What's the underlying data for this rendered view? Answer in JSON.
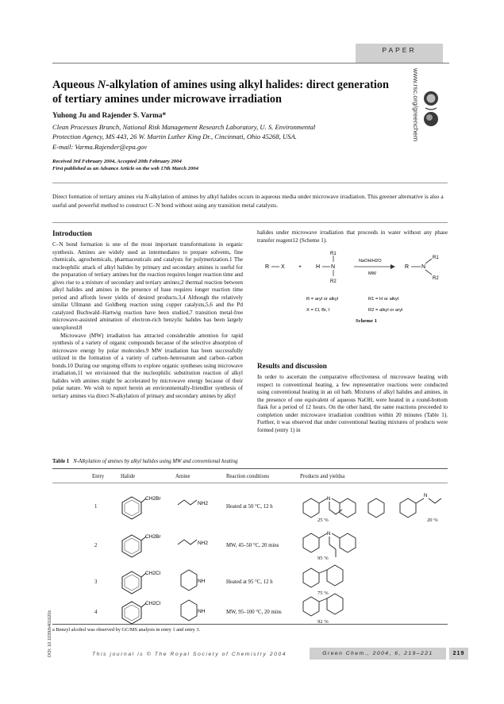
{
  "header": {
    "section_tag": "PAPER",
    "watermark": "www.rsc.org/greenchem"
  },
  "article": {
    "title_parts": [
      "Aqueous ",
      "N",
      "-alkylation of amines using alkyl halides: direct generation of tertiary amines under microwave irradiation"
    ],
    "authors": "Yuhong Ju and Rajender S. Varma*",
    "affiliation_1": "Clean Processes Branch, National Risk Management Research Laboratory, U. S. Environmental",
    "affiliation_2": "Protection Agency, MS 443, 26 W. Martin Luther King Dr., Cincinnati, Ohio 45268, USA.",
    "affiliation_3": "E-mail: Varma.Rajender@epa.gov",
    "received": "Received 3rd February 2004, Accepted 20th February 2004",
    "published": "First published as an Advance Article on the web 17th March 2004",
    "abstract_1": "Direct formation of tertiary amines ",
    "abstract_via": "via",
    "abstract_2": " N",
    "abstract_3": "-alkylation of amines by alkyl halides occurs in aqueous media under microwave irradiation. This greener alternative is also a useful and powerful method to construct C–N bond without using any transition metal catalysts."
  },
  "intro": {
    "heading": "Introduction",
    "p1": "C–N bond formation is one of the most important transformations in organic synthesis. Amines are widely used as intermediates to prepare solvents, fine chemicals, agrochemicals, pharmaceuticals and catalysts for polymerization.1 The nucleophilic attack of alkyl halides by primary and secondary amines is useful for the preparation of tertiary amines but the reaction requires longer reaction time and gives rise to a mixture of secondary and tertiary amines;2 thermal reaction between alkyl halides and amines in the presence of base requires longer reaction time period and affords lower yields of desired products.3,4 Although the relatively similar Ullmann and Goldberg reaction using copper catalysts,5,6 and the Pd catalyzed Buchwald–Hartwig reaction have been studied,7 transition metal-free microwave-assisted amination of electron-rich benzylic halides has been largely unexplored.8",
    "p2": "Microwave (MW) irradiation has attracted considerable attention for rapid synthesis of a variety of organic compounds because of the selective absorption of microwave energy by polar molecules.9 MW irradiation has been successfully utilized in the formation of a variety of carbon–heteroatom and carbon–carbon bonds.10 During our ongoing efforts to explore organic syntheses using microwave irradiation,11 we envisioned that the nucleophilic substitution reaction of alkyl halides with amines might be accelerated by microwave energy because of their polar nature. We wish to report herein an environmentally-friendlier synthesis of tertiary amines via direct N-alkylation of primary and secondary amines by alkyl",
    "p_right": "halides under microwave irradiation that proceeds in water without any phase transfer reagent12 (Scheme 1)."
  },
  "scheme": {
    "caption": "Scheme 1",
    "reagents_top": "NaOH/H2O",
    "reagents_bottom": "MW",
    "plus": "+",
    "x_label": "X",
    "h_label": "H",
    "n_label": "N",
    "r1_label": "R1",
    "r2_label": "R2",
    "r_label": "R",
    "cond_1": "R = aryl or alkyl",
    "cond_2": "X = Cl, Br, I",
    "cond_3": "R1 = H or alkyl",
    "cond_4": "R2 = alkyl or aryl"
  },
  "results": {
    "heading": "Results and discussion",
    "p1": "In order to ascertain the comparative effectiveness of microwave heating with respect to conventional heating, a few representative reactions were conducted using conventional heating in an oil bath. Mixtures of alkyl halides and amines, in the presence of one equivalent of aqueous NaOH, were heated in a round-bottom flask for a period of 12 hours. On the other hand, the same reactions proceeded to completion under microwave irradiation condition within 20 minutes (Table 1). Further, it was observed that under conventional heating mixtures of products were formed (entry 1) in"
  },
  "table": {
    "caption_label": "Table 1",
    "caption_text": "N-Alkylation of amines by alkyl halides using MW and conventional heating",
    "headers": [
      "Entry",
      "Halide",
      "Amine",
      "Reaction conditions",
      "Products and yieldsa"
    ],
    "rows": [
      {
        "entry": "1",
        "halide": "CH2Br",
        "amine": "NH2",
        "conditions": "Heated at 50 °C, 12 h",
        "yield_a": "25 %",
        "yield_b": "20 %"
      },
      {
        "entry": "2",
        "halide": "CH2Br",
        "amine": "NH2",
        "conditions": "MW, 45–50 °C, 20 mins",
        "yield_a": "95 %"
      },
      {
        "entry": "3",
        "halide": "CH2Cl",
        "amine": "NH",
        "conditions": "Heated at 95 °C, 12 h",
        "yield_a": "75 %"
      },
      {
        "entry": "4",
        "halide": "CH2Cl",
        "amine": "NH",
        "conditions": "MW, 95–100 °C, 20 mins",
        "yield_a": "92 %"
      }
    ],
    "footnote": "a Benzyl alcohol was observed by GC/MS analysis in entry 1 and entry 3."
  },
  "footer": {
    "doi": "DOI: 10.1039/b401620c",
    "rights": "This journal is © The Royal Society of Chemistry 2004",
    "journal": "Green Chem., 2004, 6, 219–221",
    "page": "219"
  }
}
